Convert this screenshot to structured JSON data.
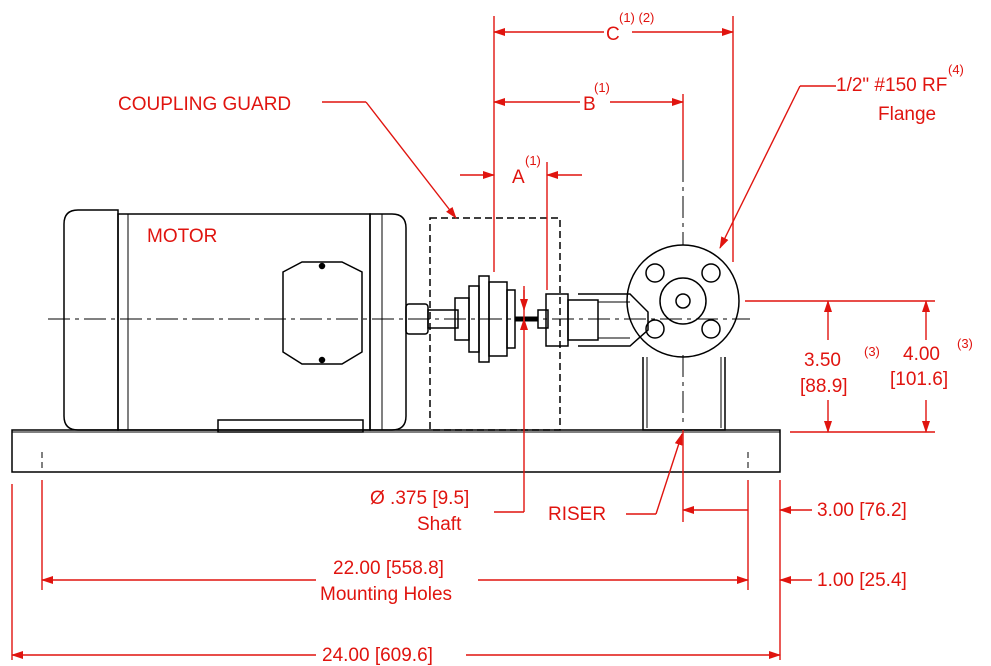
{
  "diagram": {
    "labels": {
      "coupling_guard": "COUPLING GUARD",
      "motor": "MOTOR",
      "flange_line1": "1/2\" #150 RF",
      "flange_sup": "(4)",
      "flange_line2": "Flange",
      "dim_c": "C",
      "dim_c_sup": "(1) (2)",
      "dim_b": "B",
      "dim_b_sup": "(1)",
      "dim_a": "A",
      "dim_a_sup": "(1)",
      "dim_350": "3.50",
      "dim_350_sup": "(3)",
      "dim_350_mm": "[88.9]",
      "dim_400": "4.00",
      "dim_400_sup": "(3)",
      "dim_400_mm": "[101.6]",
      "shaft_dia": "Ø .375 [9.5]",
      "shaft": "Shaft",
      "riser": "RISER",
      "dim_300": "3.00 [76.2]",
      "dim_2200": "22.00 [558.8]",
      "mounting_holes": "Mounting Holes",
      "dim_100": "1.00 [25.4]",
      "dim_2400": "24.00 [609.6]"
    },
    "colors": {
      "drawing": "#000000",
      "annotation": "#e0140f"
    }
  }
}
